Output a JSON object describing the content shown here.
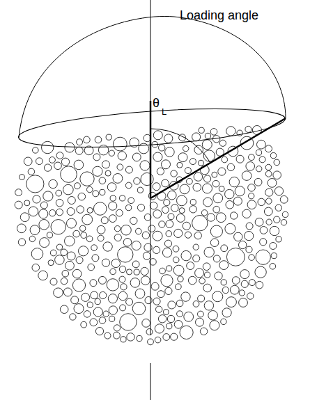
{
  "diagram": {
    "labels": [
      "θ",
      "L",
      "Loading angle"
    ]
  }
}
